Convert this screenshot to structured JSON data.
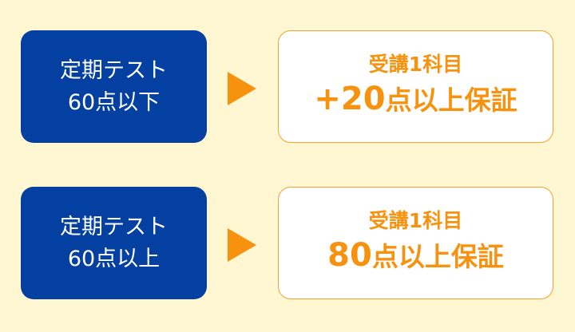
{
  "colors": {
    "background": "#FEF7D2",
    "blue_box": "#0340A2",
    "accent_orange": "#F7920E"
  },
  "rows": [
    {
      "condition": {
        "line1": "定期テスト",
        "line2": "60点以下"
      },
      "arrow_icon": "right-triangle-icon",
      "guarantee": {
        "line1": "受講1科目",
        "points": "+20",
        "suffix": "点以上保証"
      }
    },
    {
      "condition": {
        "line1": "定期テスト",
        "line2": "60点以上"
      },
      "arrow_icon": "right-triangle-icon",
      "guarantee": {
        "line1": "受講1科目",
        "points": "80",
        "suffix": "点以上保証"
      }
    }
  ]
}
